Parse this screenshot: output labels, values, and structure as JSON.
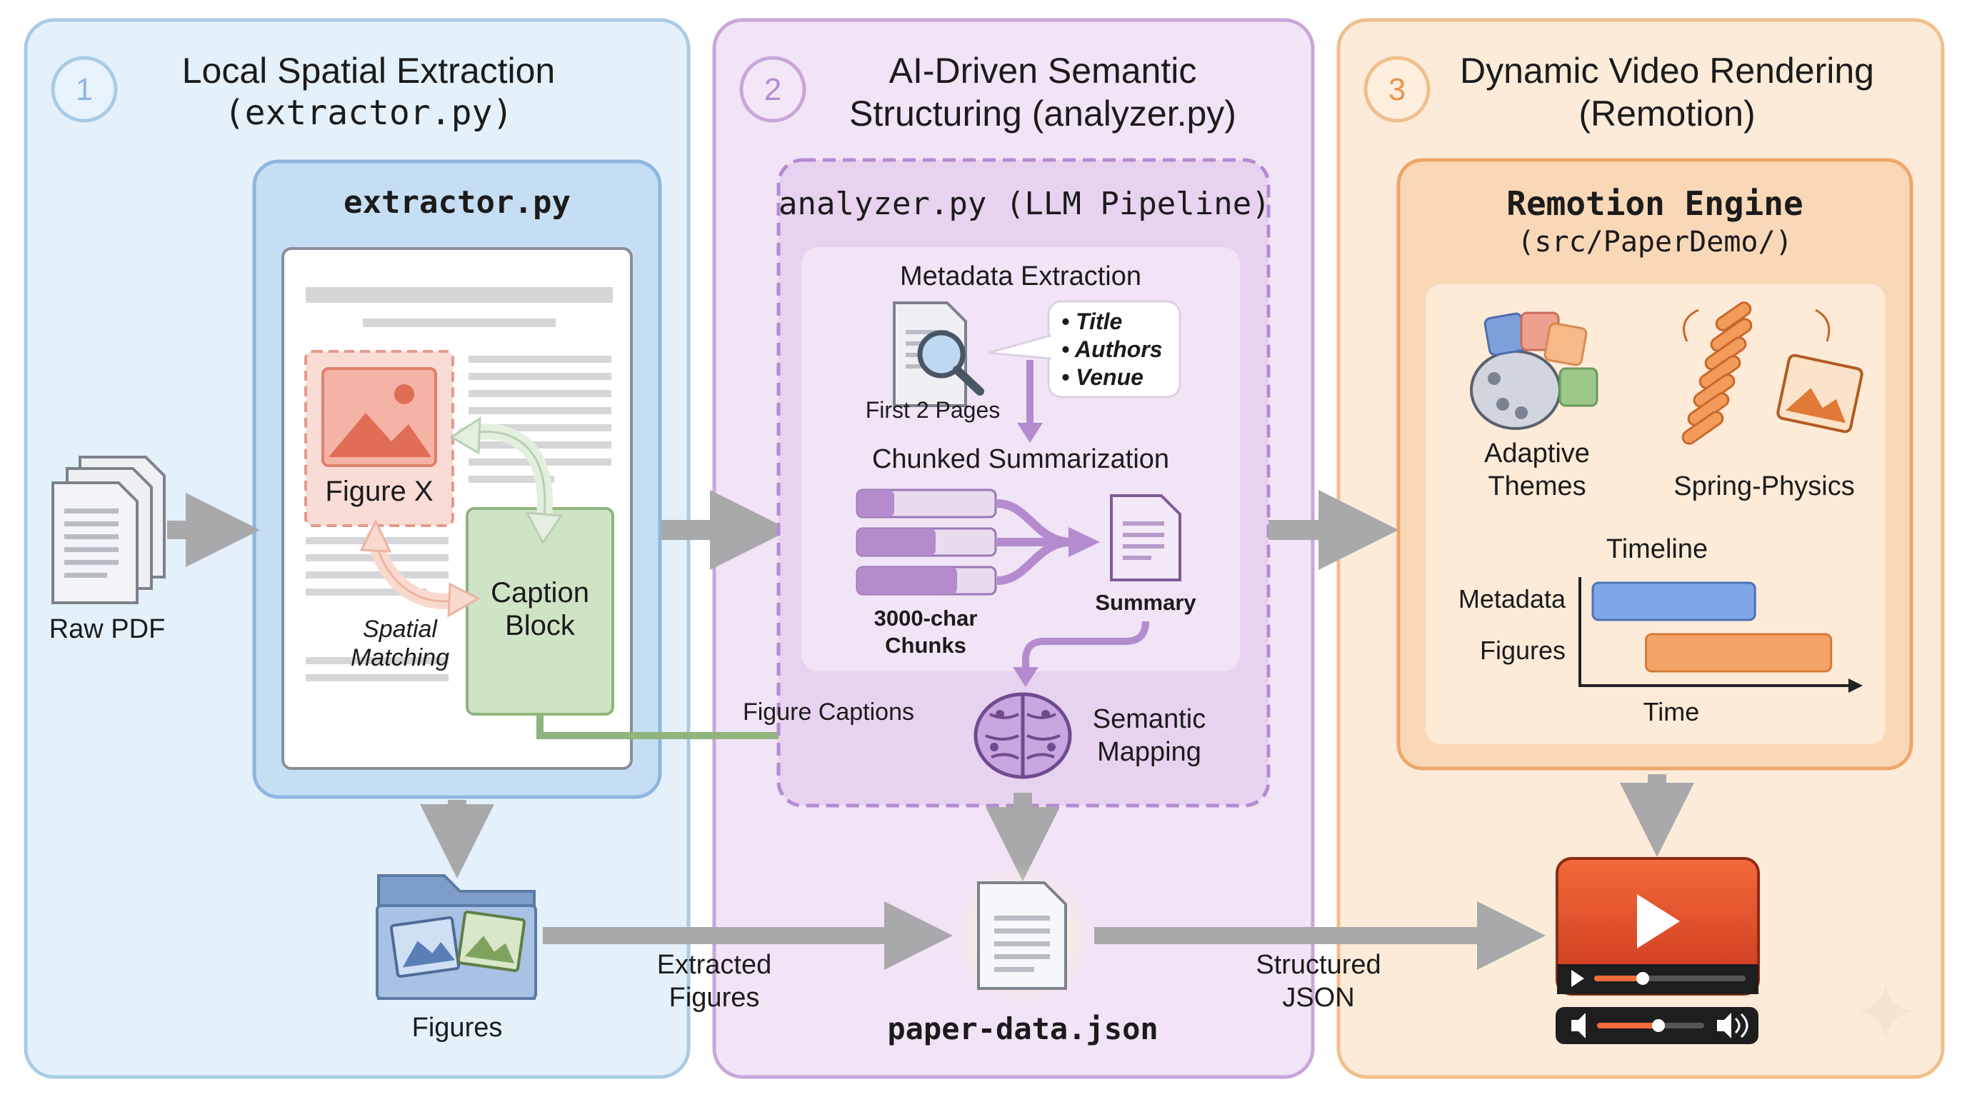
{
  "panels": {
    "p1": {
      "num": "1",
      "title_line1": "Local Spatial Extraction",
      "title_line2": "(extractor.py)"
    },
    "p2": {
      "num": "2",
      "title_line1": "AI-Driven Semantic",
      "title_line2": "Structuring (analyzer.py)"
    },
    "p3": {
      "num": "3",
      "title_line1": "Dynamic Video Rendering",
      "title_line2": "(Remotion)"
    }
  },
  "extractor": {
    "box_title": "extractor.py",
    "figure_label": "Figure X",
    "caption_line1": "Caption",
    "caption_line2": "Block",
    "spatial_line1": "Spatial",
    "spatial_line2": "Matching",
    "raw_pdf": "Raw PDF",
    "figures": "Figures"
  },
  "analyzer": {
    "box_title": "analyzer.py (LLM Pipeline)",
    "metadata_title": "Metadata Extraction",
    "first_pages": "First 2 Pages",
    "bullets": [
      "• Title",
      "• Authors",
      "• Venue"
    ],
    "chunked_title": "Chunked Summarization",
    "chunks_line1": "3000-char",
    "chunks_line2": "Chunks",
    "summary": "Summary",
    "figure_captions": "Figure Captions",
    "semantic_line1": "Semantic",
    "semantic_line2": "Mapping",
    "paper_data": "paper-data.json"
  },
  "flows": {
    "extracted_line1": "Extracted",
    "extracted_line2": "Figures",
    "structured_line1": "Structured",
    "structured_line2": "JSON"
  },
  "remotion": {
    "engine_title": "Remotion Engine",
    "engine_path": "(src/PaperDemo/)",
    "adaptive_line1": "Adaptive",
    "adaptive_line2": "Themes",
    "spring": "Spring-Physics",
    "timeline_title": "Timeline",
    "timeline_rows": [
      {
        "label": "Metadata",
        "start": 0.0,
        "end": 0.64,
        "color": "#7fa6e6"
      },
      {
        "label": "Figures",
        "start": 0.21,
        "end": 0.94,
        "color": "#f4a468"
      }
    ],
    "time_label": "Time"
  },
  "colors": {
    "panel1_bg": "#e4f1fb",
    "panel1_border": "#a9cbe6",
    "panel2_bg": "#f1e4f6",
    "panel2_border": "#c9a6da",
    "panel3_bg": "#fcebd9",
    "panel3_border": "#f0bf8c",
    "arrow_gray": "#a9a9ab",
    "arrow_green": "#8fb47d",
    "arrow_purple": "#b58bd0"
  }
}
